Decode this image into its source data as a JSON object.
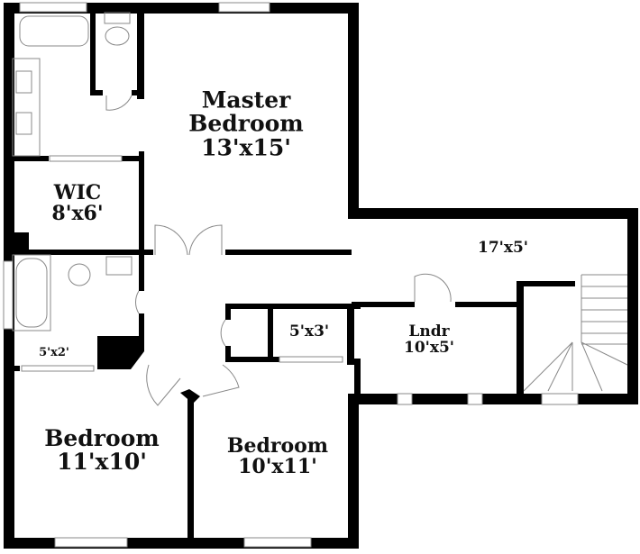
{
  "floorplan": {
    "rooms": [
      {
        "id": "master-bedroom",
        "name": "Master Bedroom",
        "line1": "Master",
        "line2": "Bedroom",
        "dims": "13'x15'"
      },
      {
        "id": "wic",
        "name": "WIC",
        "dims": "8'x6'"
      },
      {
        "id": "hall",
        "name": "",
        "dims": "17'x5'"
      },
      {
        "id": "lndr",
        "name": "Lndr",
        "dims": "10'x5'"
      },
      {
        "id": "closet-5x3",
        "name": "",
        "dims": "5'x3'"
      },
      {
        "id": "closet-5x2",
        "name": "",
        "dims": "5'x2'"
      },
      {
        "id": "bedroom-left",
        "name": "Bedroom",
        "dims": "11'x10'"
      },
      {
        "id": "bedroom-right",
        "name": "Bedroom",
        "dims": "10'x11'"
      }
    ],
    "colors": {
      "wall": "#000000",
      "fixture": "#888888",
      "background": "#ffffff"
    }
  }
}
